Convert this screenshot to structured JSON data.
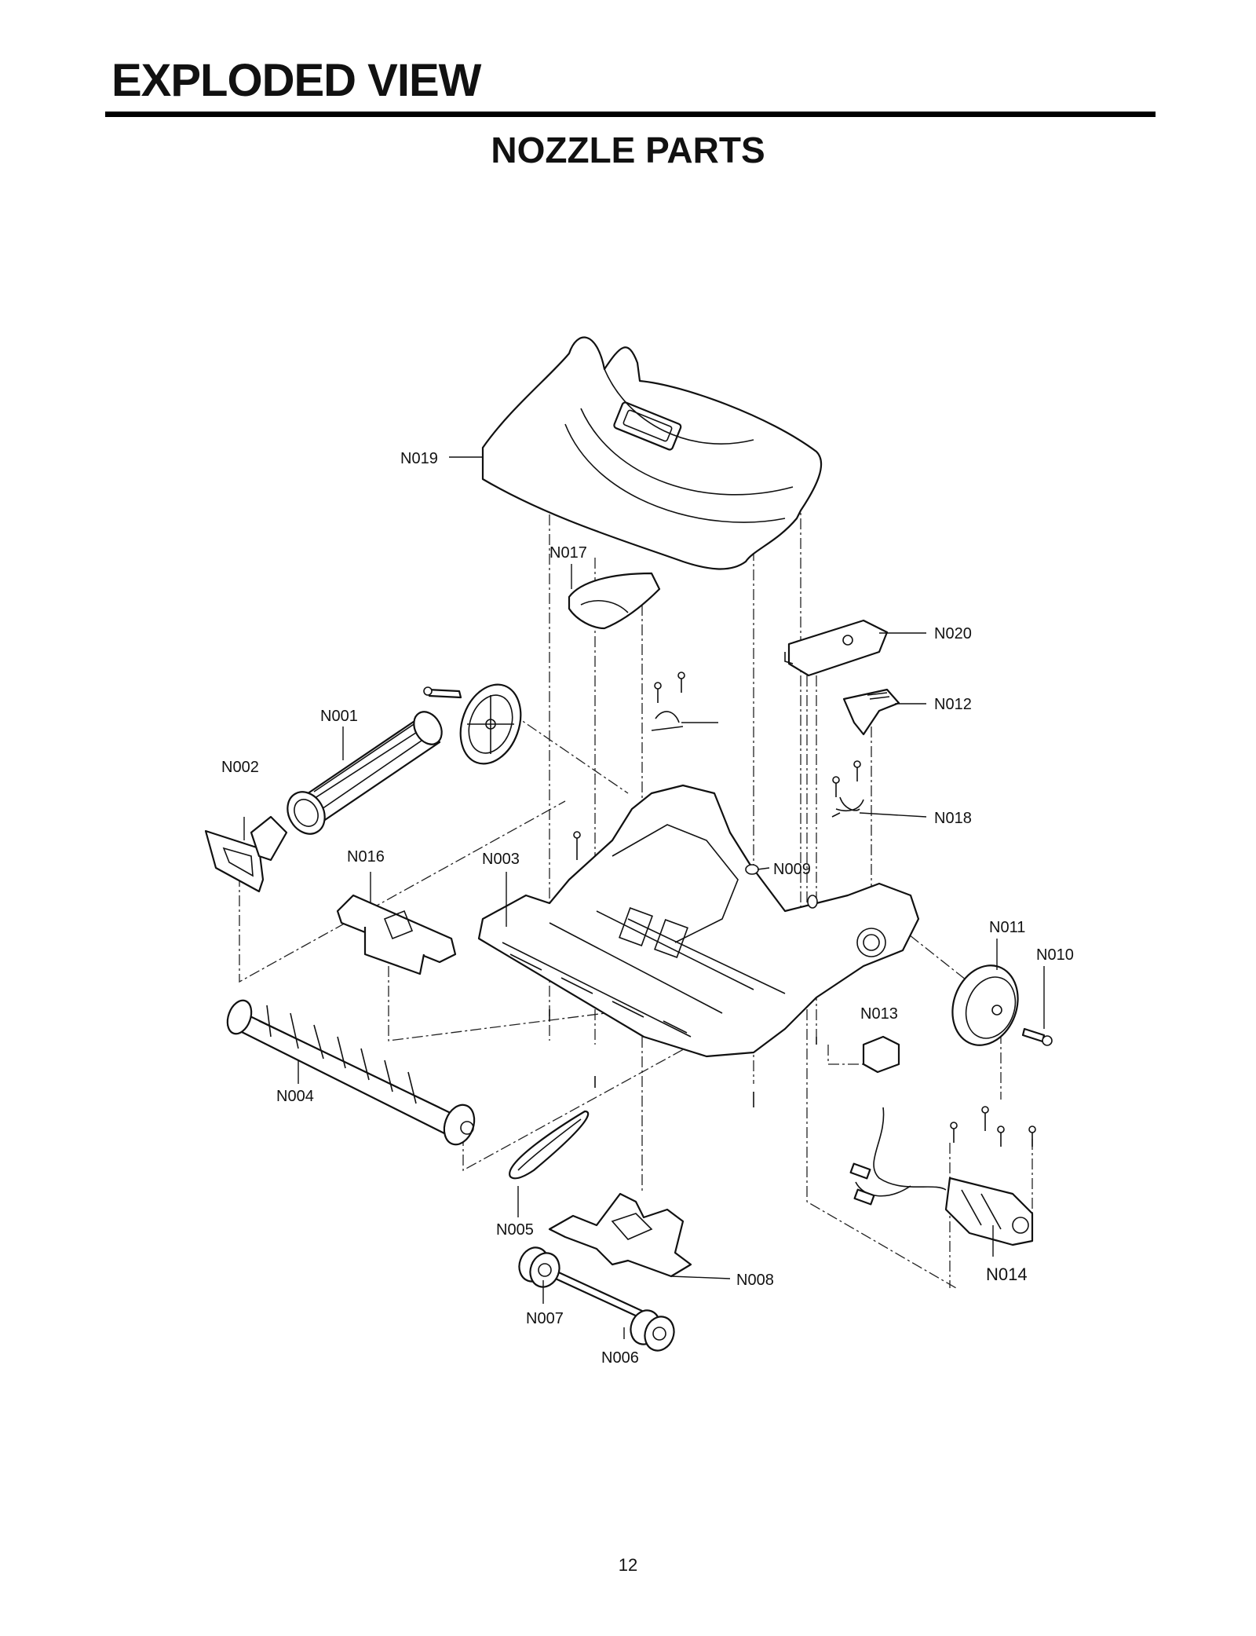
{
  "header": {
    "title": "EXPLODED VIEW"
  },
  "section": {
    "title": "NOZZLE PARTS"
  },
  "page_number": "12",
  "callouts": {
    "n001": "N001",
    "n002": "N002",
    "n003": "N003",
    "n004": "N004",
    "n005": "N005",
    "n006": "N006",
    "n007": "N007",
    "n008": "N008",
    "n009": "N009",
    "n010": "N010",
    "n011": "N011",
    "n012": "N012",
    "n013": "N013",
    "n014": "N014",
    "n016": "N016",
    "n017": "N017",
    "n018": "N018",
    "n019": "N019",
    "n020": "N020"
  }
}
